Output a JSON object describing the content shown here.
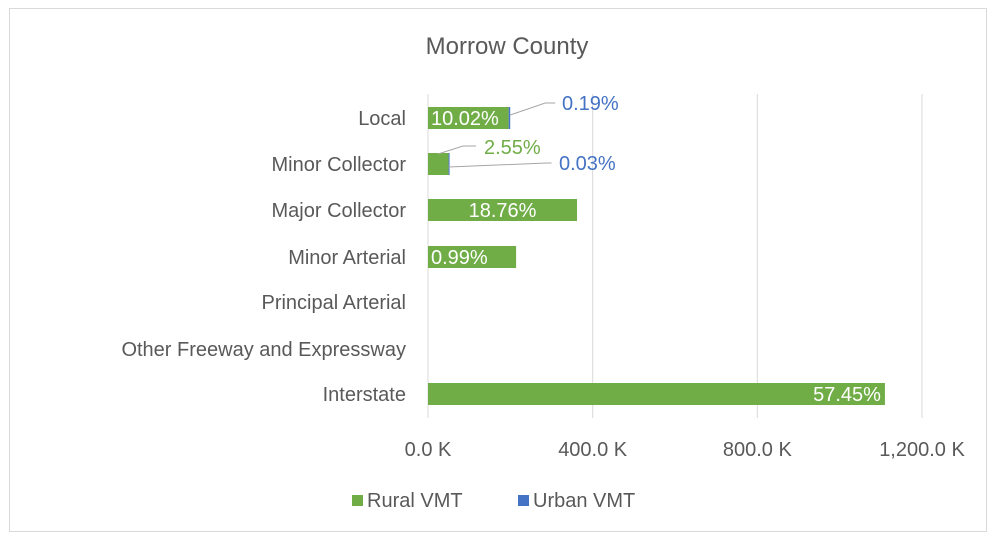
{
  "chart_data": {
    "type": "bar",
    "orientation": "horizontal",
    "stacked": true,
    "title": "Morrow County",
    "categories": [
      "Local",
      "Minor Collector",
      "Major Collector",
      "Minor Arterial",
      "Principal Arterial",
      "Other Freeway and Expressway",
      "Interstate"
    ],
    "series": [
      {
        "name": "Rural VMT",
        "color": "#70ad47",
        "values": [
          196000,
          50000,
          362000,
          214000,
          0,
          0,
          1110000
        ],
        "data_labels": [
          "10.02%",
          "2.55%",
          "18.76%",
          "0.99%",
          "",
          "",
          "57.45%"
        ]
      },
      {
        "name": "Urban VMT",
        "color": "#4472c4",
        "values": [
          3700,
          600,
          0,
          0,
          0,
          0,
          0
        ],
        "data_labels": [
          "0.19%",
          "0.03%",
          "",
          "",
          "",
          "",
          ""
        ]
      }
    ],
    "xlim": [
      0,
      1200000
    ],
    "xticks": [
      0,
      400000,
      800000,
      1200000
    ],
    "xtick_labels": [
      "0.0 K",
      "400.0 K",
      "800.0 K",
      "1,200.0 K"
    ],
    "xlabel": "",
    "ylabel": "",
    "grid": "vertical",
    "legend_position": "bottom"
  },
  "colors": {
    "grid": "#d9d9d9",
    "text": "#595959",
    "leader": "#a6a6a6"
  }
}
